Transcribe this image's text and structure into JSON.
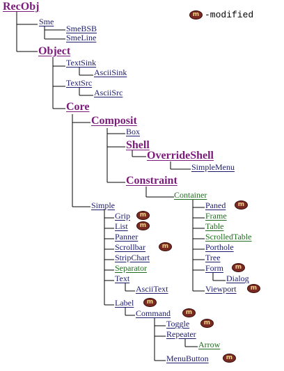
{
  "legend": {
    "badge_text": "m",
    "label": "-modified"
  },
  "nodes": {
    "recobj": "RecObj",
    "sme": "Sme",
    "smebsb": "SmeBSB",
    "smeline": "SmeLine",
    "object": "Object",
    "textsink": "TextSink",
    "asciisink": "AsciiSink",
    "textsrc": "TextSrc",
    "asciisrc": "AsciiSrc",
    "core": "Core",
    "composit": "Composit",
    "box": "Box",
    "shell": "Shell",
    "overrideshell": "OverrideShell",
    "simplemenu": "SimpleMenu",
    "constraint": "Constraint",
    "container": "Container",
    "paned": "Paned",
    "frame": "Frame",
    "table": "Table",
    "scrolledtable": "ScrolledTable",
    "porthole": "Porthole",
    "tree": "Tree",
    "form": "Form",
    "dialog": "Dialog",
    "viewport": "Viewport",
    "simple": "Simple",
    "grip": "Grip",
    "list": "List",
    "panner": "Panner",
    "scrollbar": "Scrollbar",
    "stripchart": "StripChart",
    "separator": "Separator",
    "text": "Text",
    "asciitext": "AsciiText",
    "label": "Label",
    "command": "Command",
    "toggle": "Toggle",
    "repeater": "Repeater",
    "arrow": "Arrow",
    "menubutton": "MenuButton"
  },
  "colors": {
    "purple": "#7a1a7a",
    "navy": "#1a1a6a",
    "green": "#1e6b1e",
    "badge": "#7a2a22"
  }
}
